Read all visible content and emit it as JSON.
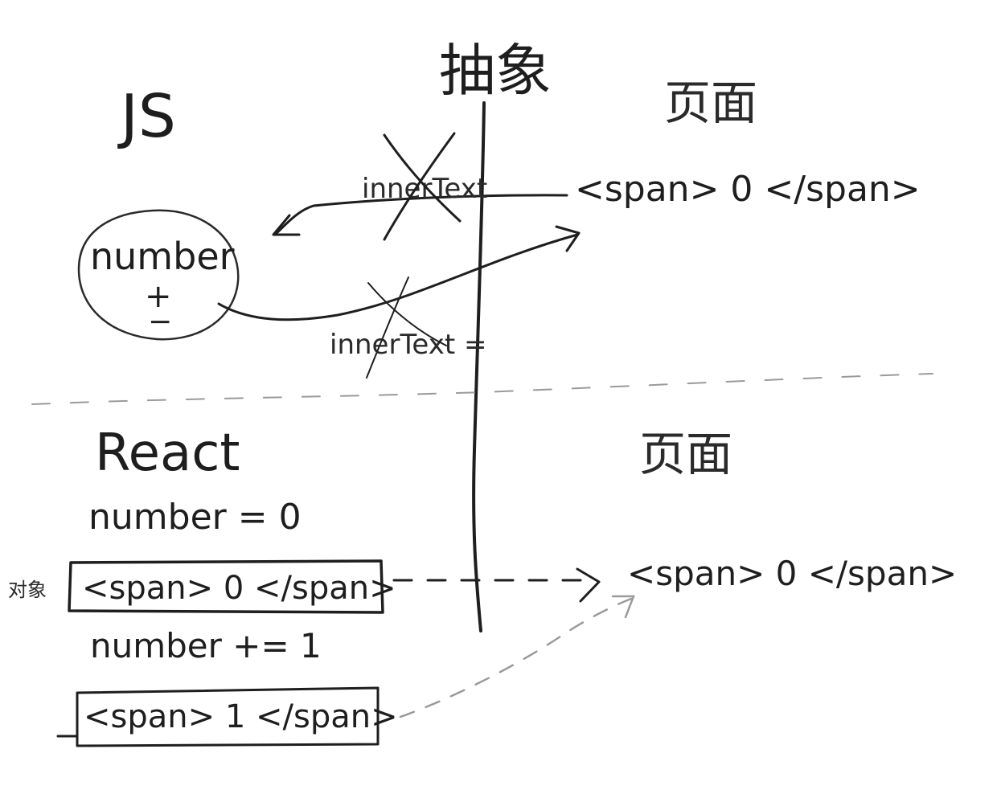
{
  "diagram": {
    "top": {
      "left_label": "JS",
      "center_label": "抽象",
      "right_label": "页面",
      "state_circle": {
        "variable": "number",
        "operator_plus": "+",
        "operator_minus": "−"
      },
      "read_label": "innerText",
      "write_label": "innerText =",
      "page_node": "<span>  0 </span>"
    },
    "bottom": {
      "left_label": "React",
      "right_label": "页面",
      "initial_assignment": "number = 0",
      "object_tag": "对象",
      "vdom_box_1": "<span> 0 </span>",
      "increment": "number += 1",
      "vdom_box_2": "<span>  1  </span>",
      "page_node": "<span> 0 </span>"
    }
  }
}
